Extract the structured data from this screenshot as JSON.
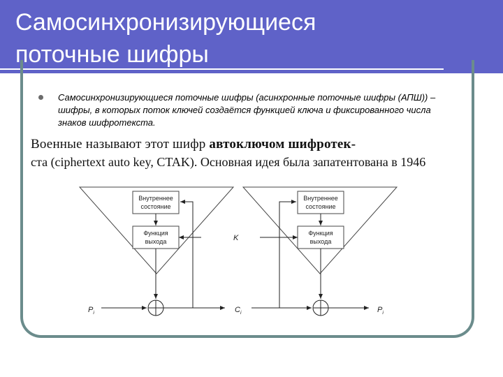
{
  "slide": {
    "title_line1": "Самосинхронизирующиеся",
    "title_line2": "поточные шифры",
    "body": "Самосинхронизирующиеся поточные шифры (асинхронные поточные шифры (АПШ)) – шифры, в которых поток ключей создаётся функцией ключа и фиксированного числа знаков шифротекста.",
    "scan_line1_a": "Военные называют этот шифр ",
    "scan_line1_b": "автоключом шифротек-",
    "scan_line2": "ста (ciphertext auto key, CTAK). Основная идея была запатентована в 1946"
  },
  "diagram": {
    "left": {
      "state": [
        "Внутреннее",
        "состояние"
      ],
      "func": [
        "Функция",
        "выхода"
      ]
    },
    "right": {
      "state": [
        "Внутреннее",
        "состояние"
      ],
      "func": [
        "Функция",
        "выхода"
      ]
    },
    "key_label": "K",
    "left_input": "P",
    "middle_label": "C",
    "right_output": "P",
    "subscript": "i"
  }
}
